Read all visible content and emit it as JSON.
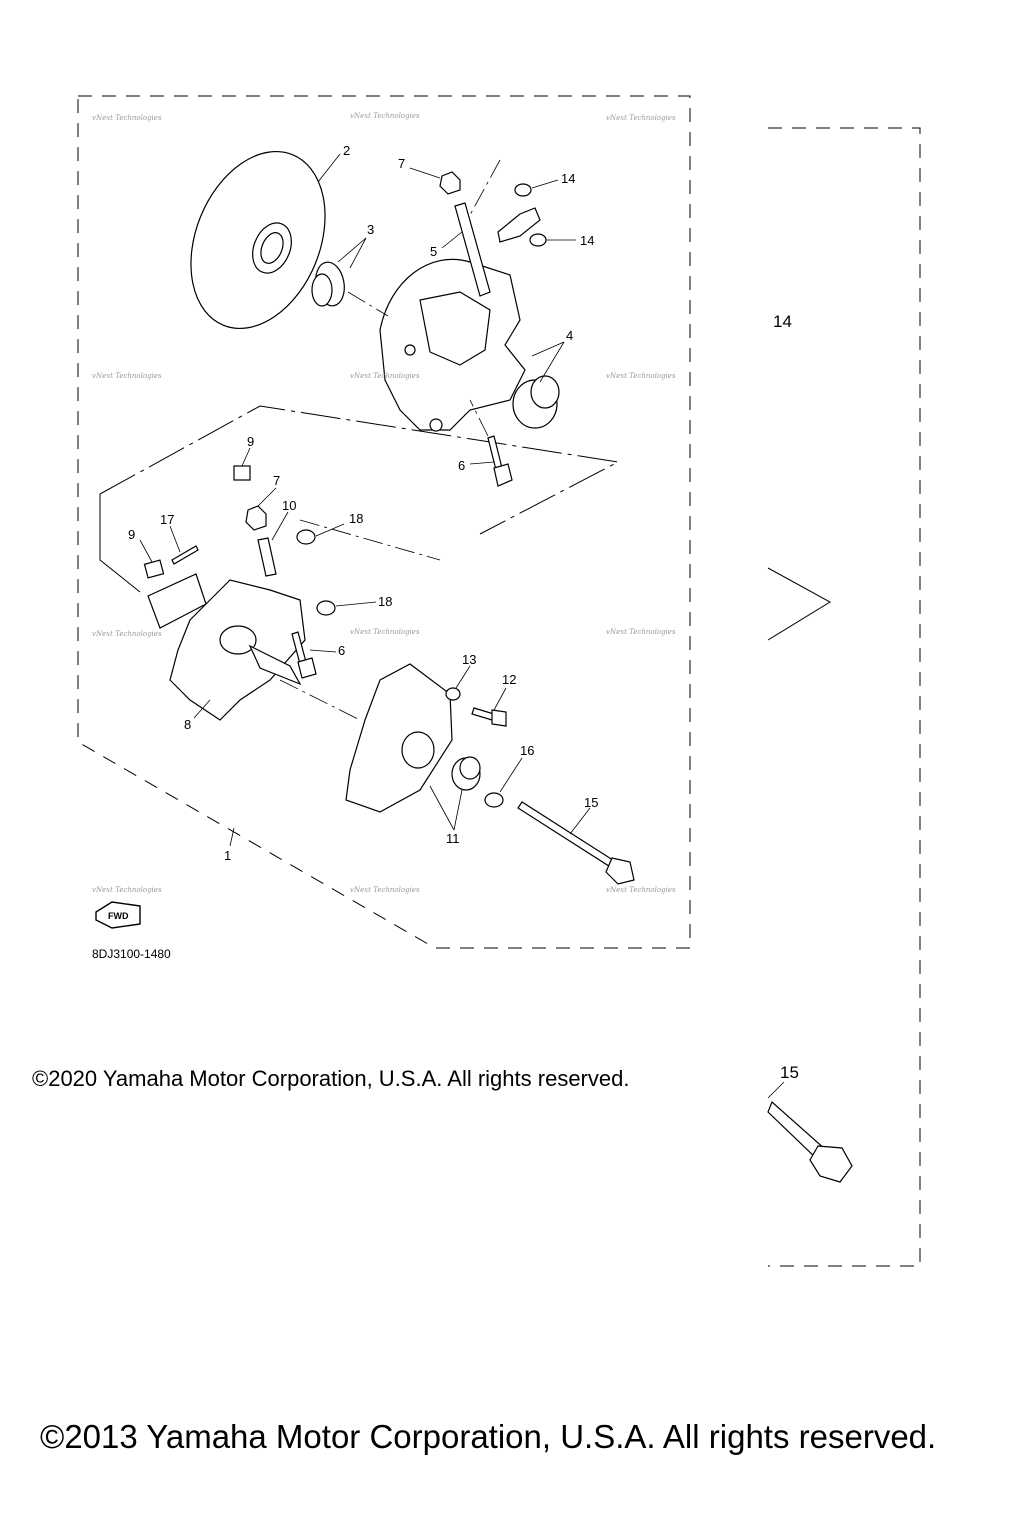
{
  "diagram": {
    "part_labels": [
      "2",
      "7",
      "14",
      "3",
      "5",
      "14",
      "4",
      "6",
      "9",
      "7",
      "10",
      "18",
      "17",
      "9",
      "18",
      "6",
      "13",
      "12",
      "8",
      "16",
      "15",
      "11",
      "1"
    ],
    "side_labels": {
      "upper": "14",
      "lower": "15"
    },
    "watermark_text": "vNext Technologies",
    "drawing_code": "8DJ3100-1480",
    "fwd_badge": "FWD"
  },
  "copyright": {
    "line1": "©2020 Yamaha Motor Corporation, U.S.A. All rights reserved.",
    "line2": "©2013 Yamaha Motor Corporation, U.S.A. All rights reserved."
  }
}
